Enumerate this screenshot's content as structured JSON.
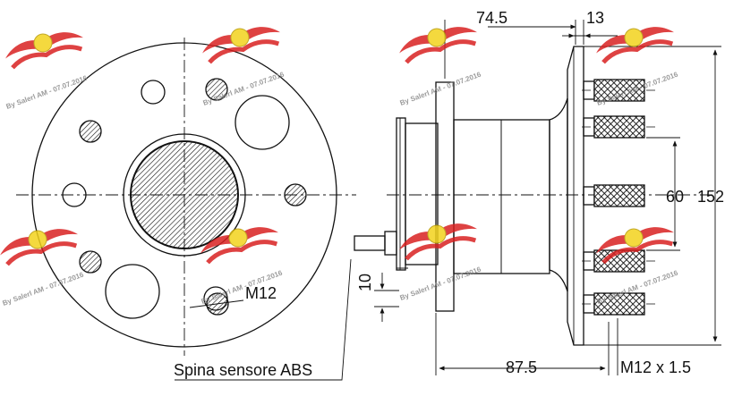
{
  "labels": {
    "offset_left": "74.5",
    "flange_thickness": "13",
    "bolt_spacing": "60",
    "flange_diameter": "152",
    "stud_thread_front": "M12",
    "sensor_pin_length": "10",
    "sensor_pin_caption": "Spina sensore ABS",
    "overall_width": "87.5",
    "stud_thread": "M12 x 1.5"
  },
  "watermark": {
    "text": "By Salerl AM - 07.07.2016",
    "logo_color": "#d92020",
    "badge_color": "#f2d21c"
  },
  "colors": {
    "line": "#111111",
    "hatch": "#111111",
    "background": "#ffffff"
  }
}
